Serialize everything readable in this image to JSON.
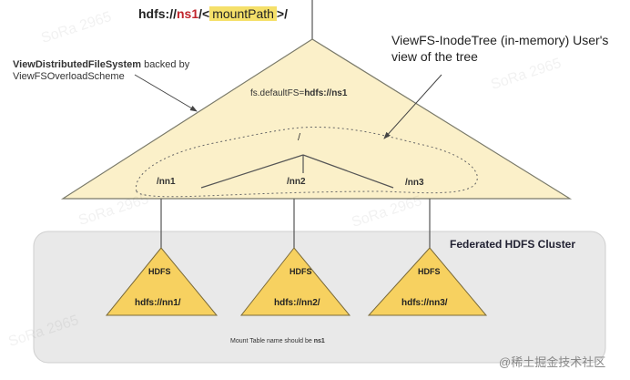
{
  "top_path": {
    "prefix": "hdfs://",
    "namespace": "ns1",
    "slash": "/<",
    "mount_path": "mountPath",
    "suffix": ">/"
  },
  "vdfs": {
    "name": "ViewDistributedFileSystem",
    "backed_by": " backed by",
    "scheme": "ViewFSOverloadScheme"
  },
  "inode_tree_title": "ViewFS-InodeTree (in-memory) User's view of the tree",
  "default_fs": {
    "prefix": "fs.defaultFS=",
    "value": "hdfs://ns1"
  },
  "root": "/",
  "mount_nodes": [
    "/nn1",
    "/nn2",
    "/nn3"
  ],
  "cluster": {
    "title": "Federated HDFS Cluster",
    "namenodes": [
      {
        "title": "HDFS",
        "uri": "hdfs://nn1/"
      },
      {
        "title": "HDFS",
        "uri": "hdfs://nn2/"
      },
      {
        "title": "HDFS",
        "uri": "hdfs://nn3/"
      }
    ]
  },
  "mount_table_note": {
    "text": "Mount Table name should be ",
    "name": "ns1"
  },
  "watermark": "SoRa 2965",
  "credit": "@稀土掘金技术社区",
  "colors": {
    "big_triangle_fill": "#fbf0c9",
    "small_triangle_fill": "#f7d160",
    "cluster_bg": "#e9e9e9",
    "accent_red": "#c0262d",
    "highlight_yellow": "#f5e06a"
  }
}
